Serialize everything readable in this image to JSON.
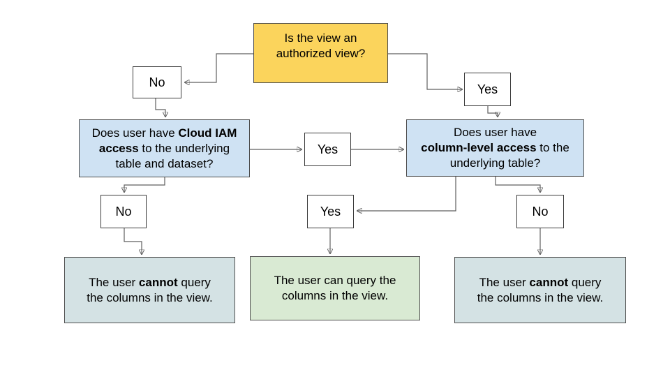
{
  "flowchart": {
    "colors": {
      "yellow_fill": "#FBD45C",
      "blue_fill": "#CFE2F3",
      "green_fill": "#D9EAD3",
      "grey_cyan_fill": "#D4E2E4",
      "line_color": "#5f5f5f"
    },
    "root": {
      "line1": "Is the view an",
      "line2": "authorized view?"
    },
    "labels": {
      "no_top": "No",
      "yes_top": "Yes",
      "yes_mid": "Yes",
      "no_left": "No",
      "yes_bottom": "Yes",
      "no_right": "No"
    },
    "q_iam": {
      "l1_a": "Does user have ",
      "l1_b": "Cloud IAM",
      "l2_a": "access",
      "l2_b": " to the underlying",
      "l3": "table and dataset?"
    },
    "q_column": {
      "l1": "Does user have",
      "l2_a": "column-level access",
      "l2_b": " to the",
      "l3": "underlying table?"
    },
    "result_cannot_left": {
      "l1_a": "The user ",
      "l1_b": "cannot",
      "l1_c": " query",
      "l2": "the columns in the view."
    },
    "result_can": {
      "l1": "The user can query the",
      "l2": "columns in the view."
    },
    "result_cannot_right": {
      "l1_a": "The user ",
      "l1_b": "cannot",
      "l1_c": " query",
      "l2": "the columns in the view."
    }
  }
}
